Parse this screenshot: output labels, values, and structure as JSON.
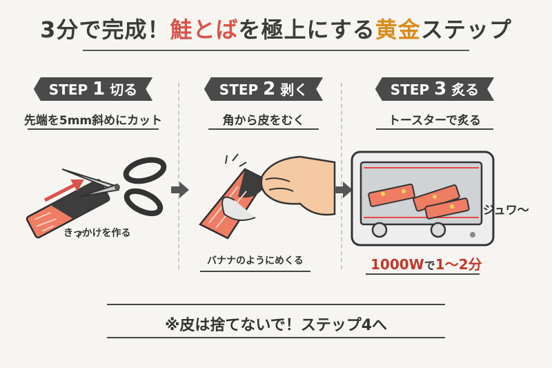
{
  "title": {
    "part1": "3分で完成！",
    "part2": "鮭とば",
    "part3": "を極上にする",
    "part4": "黄金",
    "part5": "ステップ"
  },
  "steps": [
    {
      "label": "STEP",
      "number": "1",
      "action": "切る",
      "subtitle": "先端を5mm斜めにカット",
      "note": "きっかけを作る"
    },
    {
      "label": "STEP",
      "number": "2",
      "action": "剥く",
      "subtitle": "角から皮をむく",
      "note": "バナナのようにめくる"
    },
    {
      "label": "STEP",
      "number": "3",
      "action": "炙る",
      "subtitle": "トースターで炙る",
      "note_watt": "1000W",
      "note_mid": "で",
      "note_time": "1〜2分",
      "sound": "ジュワ〜"
    }
  ],
  "bottom_text": "※皮は捨てないで！ステップ4へ",
  "colors": {
    "accent_red": "#d9534a",
    "accent_gold": "#d98c1c",
    "banner": "#4a4a4a",
    "salmon": "#ef7d64"
  }
}
